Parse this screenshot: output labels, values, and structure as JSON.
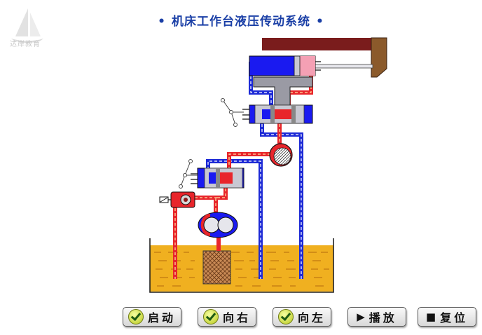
{
  "brand": {
    "logo_text": "达岸教育"
  },
  "title": {
    "text": "机床工作台液压传动系统",
    "bullet": "•"
  },
  "colors": {
    "pressure": "#e8252b",
    "return": "#1d2ad6",
    "oil": "#f0b020",
    "body": "#bdbdc8",
    "table": "#7a1c1c"
  },
  "buttons": [
    {
      "label": "启动",
      "icon": "check-icon"
    },
    {
      "label": "向右",
      "icon": "check-icon"
    },
    {
      "label": "向左",
      "icon": "check-icon"
    },
    {
      "label": "播放",
      "icon": "play-icon",
      "glyph": "▶"
    },
    {
      "label": "复位",
      "icon": "stop-icon",
      "glyph": "■"
    }
  ]
}
